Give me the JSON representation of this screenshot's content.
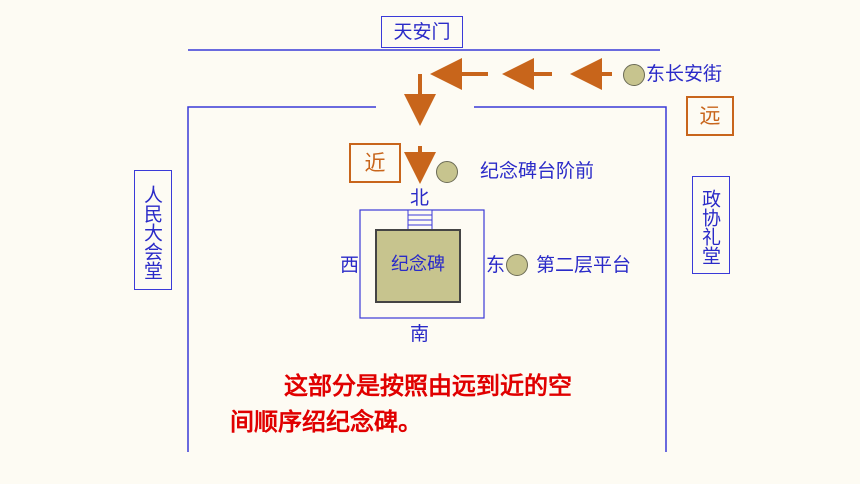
{
  "labels": {
    "tiananmen": "天安门",
    "dongchangan": "东长安街",
    "far": "远",
    "near": "近",
    "people_hall": "人民大会堂",
    "cppcc_hall": "政协礼堂",
    "steps_front": "纪念碑台阶前",
    "north": "北",
    "south": "南",
    "west": "西",
    "east": "东",
    "monument": "纪念碑",
    "second_platform": "第二层平台"
  },
  "caption": {
    "line1": "这部分是按照由远到近的空",
    "line2": "间顺序绍纪念碑。"
  },
  "colors": {
    "line_blue": "#3a3ad8",
    "arrow_orange": "#c8651b",
    "monument_fill": "#c7c48e",
    "caption_red": "#e00000"
  }
}
